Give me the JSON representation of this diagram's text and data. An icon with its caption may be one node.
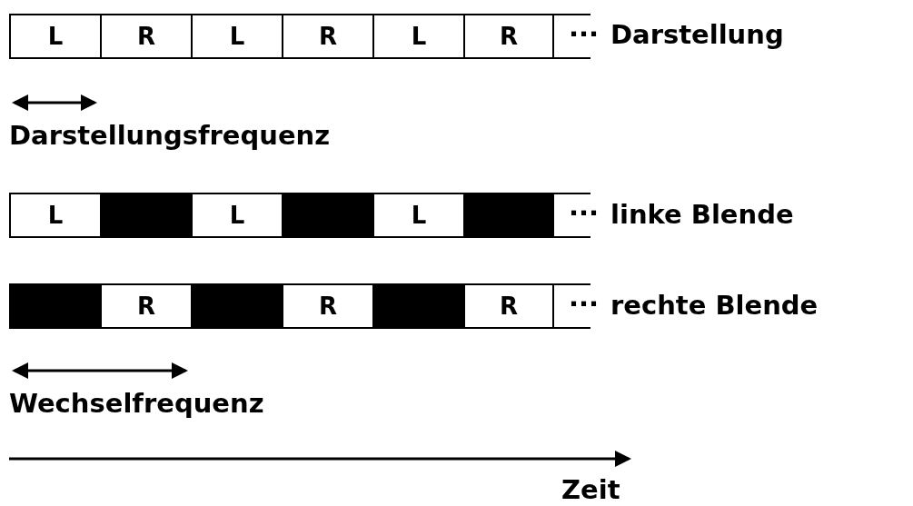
{
  "diagram": {
    "nodes": [
      {
        "text": [
          "L"
        ]
      },
      {
        "text": [
          "R"
        ]
      },
      {
        "text": [
          "L"
        ]
      },
      {
        "text": [
          "R"
        ]
      },
      {
        "text": [
          "L"
        ]
      },
      {
        "text": [
          "R"
        ]
      },
      {
        "text": [
          "L"
        ]
      },
      {
        "text": [],
        "shape": "box"
      },
      {
        "text": [
          "L"
        ]
      },
      {
        "text": [],
        "shape": "box"
      },
      {
        "text": [
          "L"
        ]
      },
      {
        "text": [],
        "shape": "box"
      },
      {
        "text": [],
        "shape": "box"
      },
      {
        "text": [
          "R"
        ]
      },
      {
        "text": [],
        "shape": "box"
      },
      {
        "text": [
          "R"
        ]
      },
      {
        "text": [],
        "shape": "box"
      },
      {
        "text": [
          "R"
        ]
      }
    ],
    "edges": [],
    "labels": [
      "···",
      "Darstellung",
      "Darstellungsfrequenz",
      "···",
      "linke Blende",
      "···",
      "rechte Blende",
      "Wechselfrequenz",
      "Zeit"
    ]
  }
}
